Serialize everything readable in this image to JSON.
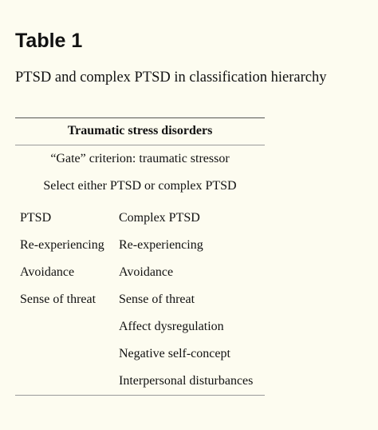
{
  "table_label": "Table 1",
  "caption": "PTSD and complex PTSD in classification hierarchy",
  "table": {
    "header": "Traumatic stress disorders",
    "gate_row": "“Gate” criterion: traumatic stressor",
    "select_row": "Select either PTSD or complex PTSD",
    "ptsd": {
      "heading": "PTSD",
      "items": [
        "Re-experiencing",
        "Avoidance",
        "Sense of threat"
      ]
    },
    "complex_ptsd": {
      "heading": "Complex PTSD",
      "items": [
        "Re-experiencing",
        "Avoidance",
        "Sense of threat",
        "Affect dysregulation",
        "Negative self-concept",
        "Interpersonal disturbances"
      ]
    }
  }
}
